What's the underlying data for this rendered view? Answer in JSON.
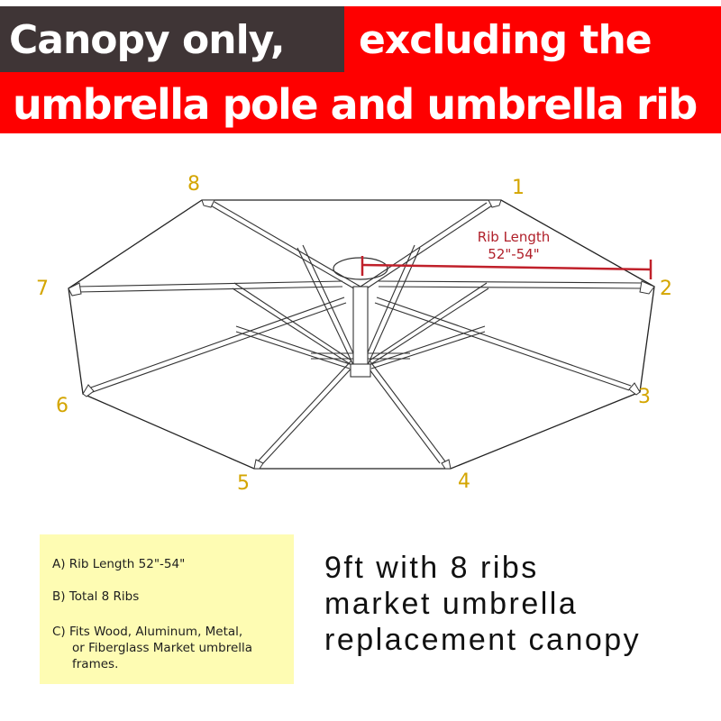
{
  "banner": {
    "line1_dark": "Canopy only,",
    "line1_red": "excluding the",
    "line2": "umbrella pole and umbrella rib",
    "colors": {
      "dark": "#3f3536",
      "red": "#fe0000",
      "text": "#ffffff"
    }
  },
  "diagram": {
    "rib_label_line1": "Rib Length",
    "rib_label_line2": "52\"-54\"",
    "rib_points": [
      "1",
      "2",
      "3",
      "4",
      "5",
      "6",
      "7",
      "8"
    ],
    "colors": {
      "numbers": "#d4a500",
      "rib_measure": "#b0202a"
    }
  },
  "specs": {
    "a": "A) Rib Length 52\"-54\"",
    "b": "B) Total 8 Ribs",
    "c_line1": "C) Fits Wood, Aluminum, Metal,",
    "c_line2": "or Fiberglass Market umbrella",
    "c_line3": "frames.",
    "background": "#fefcb3"
  },
  "headline": {
    "line1": "9ft with 8 ribs",
    "line2": "market umbrella",
    "line3": "replacement canopy"
  }
}
